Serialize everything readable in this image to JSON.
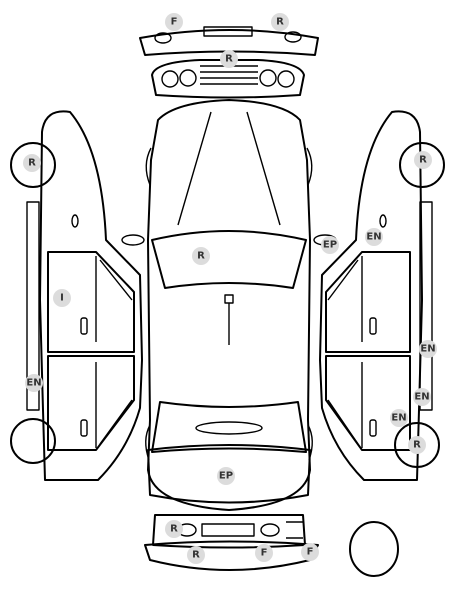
{
  "markers": [
    {
      "label": "F"
    },
    {
      "label": "R"
    },
    {
      "label": "R"
    },
    {
      "label": "R"
    },
    {
      "label": "R"
    },
    {
      "label": "EP"
    },
    {
      "label": "EN"
    },
    {
      "label": "I"
    },
    {
      "label": "EN"
    },
    {
      "label": "R"
    },
    {
      "label": "EN"
    },
    {
      "label": "EN"
    },
    {
      "label": "EN"
    },
    {
      "label": "R"
    },
    {
      "label": "EP"
    },
    {
      "label": "R"
    },
    {
      "label": "R"
    },
    {
      "label": "F"
    },
    {
      "label": "F"
    }
  ],
  "colors": {
    "line": "#000000",
    "marker_fill": "#dcdcdc",
    "marker_text": "#333333"
  }
}
